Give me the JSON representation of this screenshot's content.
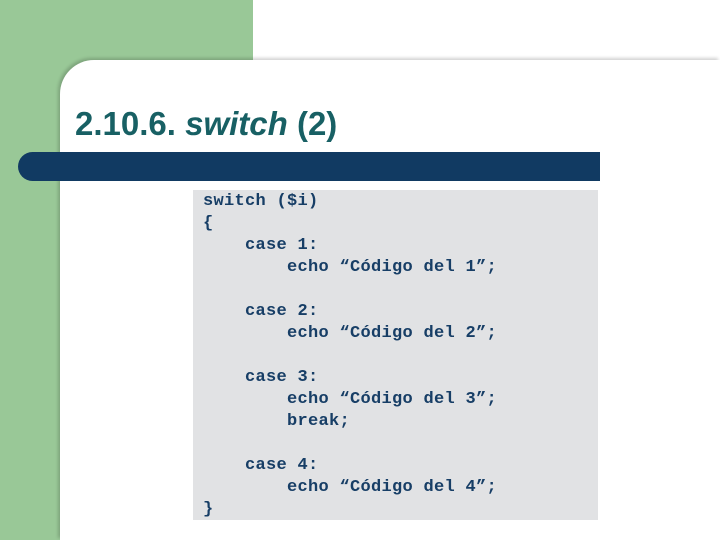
{
  "slide": {
    "title": {
      "prefix": "2.10.6. ",
      "keyword": "switch",
      "suffix": " (2)"
    },
    "code": {
      "language": "php",
      "lines": [
        "switch ($i)",
        "{",
        "    case 1:",
        "        echo “Código del 1”;",
        "",
        "    case 2:",
        "        echo “Código del 2”;",
        "",
        "    case 3:",
        "        echo “Código del 3”;",
        "        break;",
        "",
        "    case 4:",
        "        echo “Código del 4”;",
        "}"
      ]
    }
  },
  "colors": {
    "green": "#99C897",
    "navy": "#113A62",
    "title-teal": "#186064",
    "code-bg": "#E1E2E4",
    "code-text": "#173E66"
  }
}
